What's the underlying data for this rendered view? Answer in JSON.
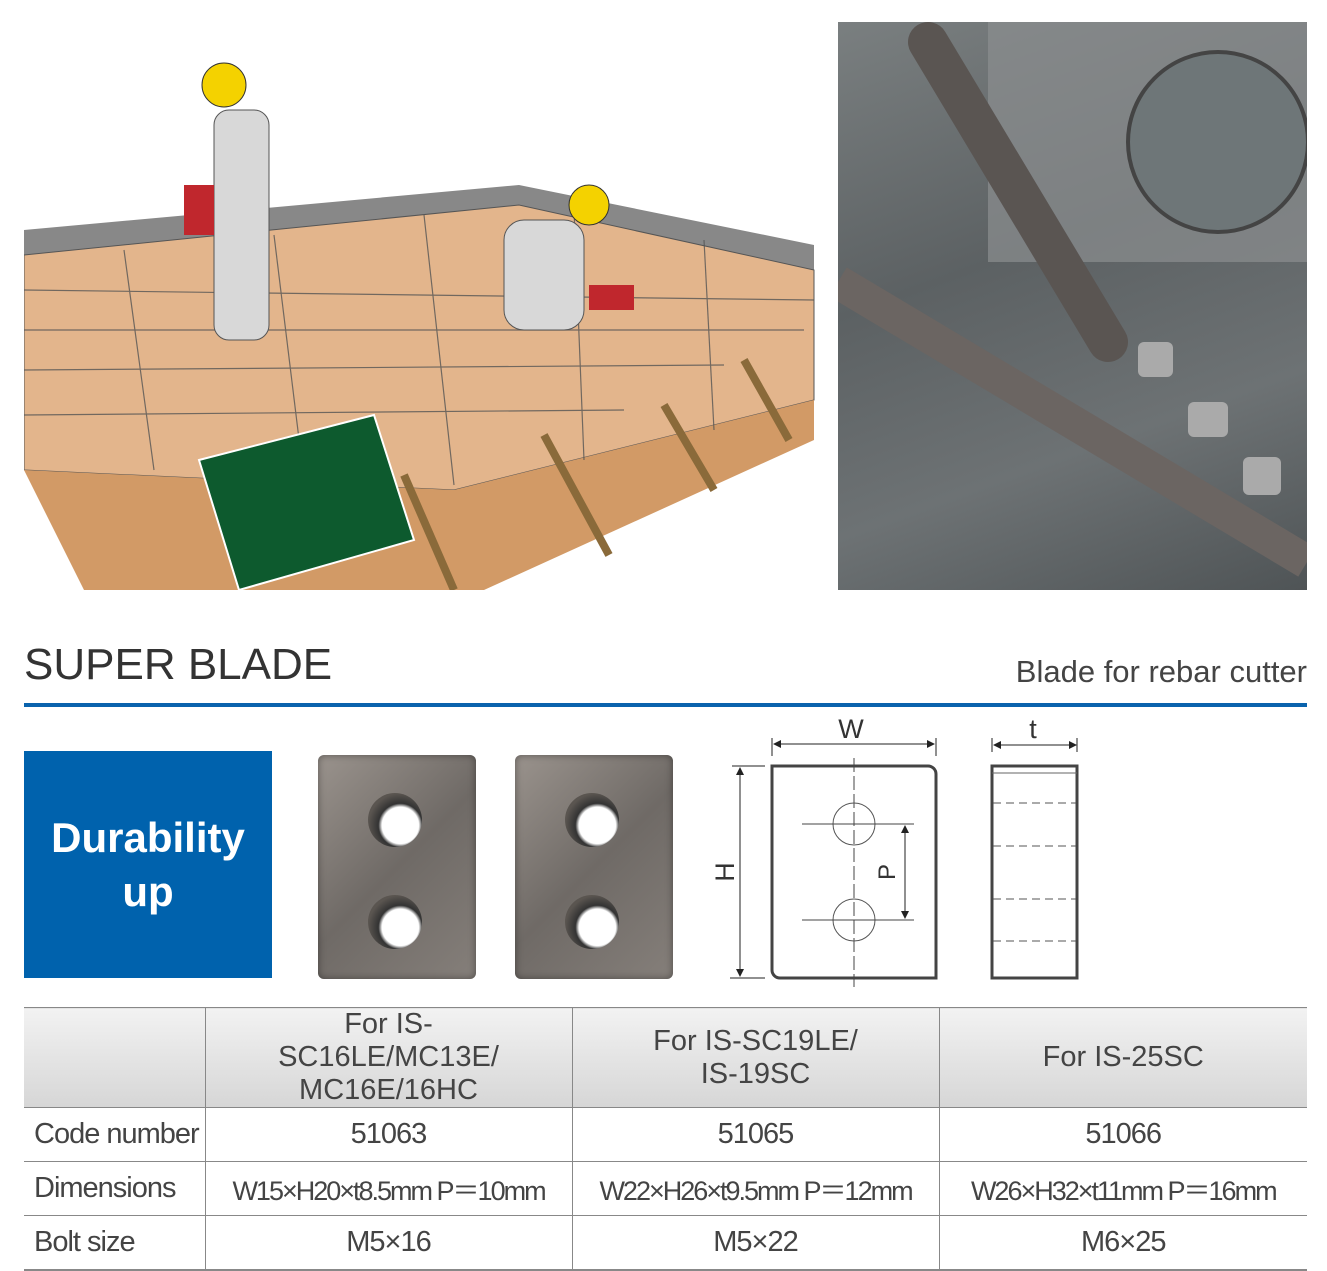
{
  "header": {
    "title": "SUPER BLADE",
    "subtitle": "Blade for rebar cutter"
  },
  "badge": {
    "line1": "Durability",
    "line2": "up"
  },
  "diagram": {
    "w": "W",
    "h": "H",
    "t": "t",
    "p": "P"
  },
  "table": {
    "columns": [
      "",
      "For IS-SC16LE/MC13E/ MC16E/16HC",
      "For IS-SC19LE/ IS-19SC",
      "For IS-25SC"
    ],
    "rows": [
      {
        "label": "Code number",
        "values": [
          "51063",
          "51065",
          "51066"
        ]
      },
      {
        "label": "Dimensions",
        "values": [
          "W15×H20×t8.5mm  P＝10mm",
          "W22×H26×t9.5mm  P＝12mm",
          "W26×H32×t11mm P＝16mm"
        ]
      },
      {
        "label": "Bolt size",
        "values": [
          "M5×16",
          "M5×22",
          "M6×25"
        ]
      }
    ]
  },
  "colors": {
    "accent": "#0062ad"
  }
}
